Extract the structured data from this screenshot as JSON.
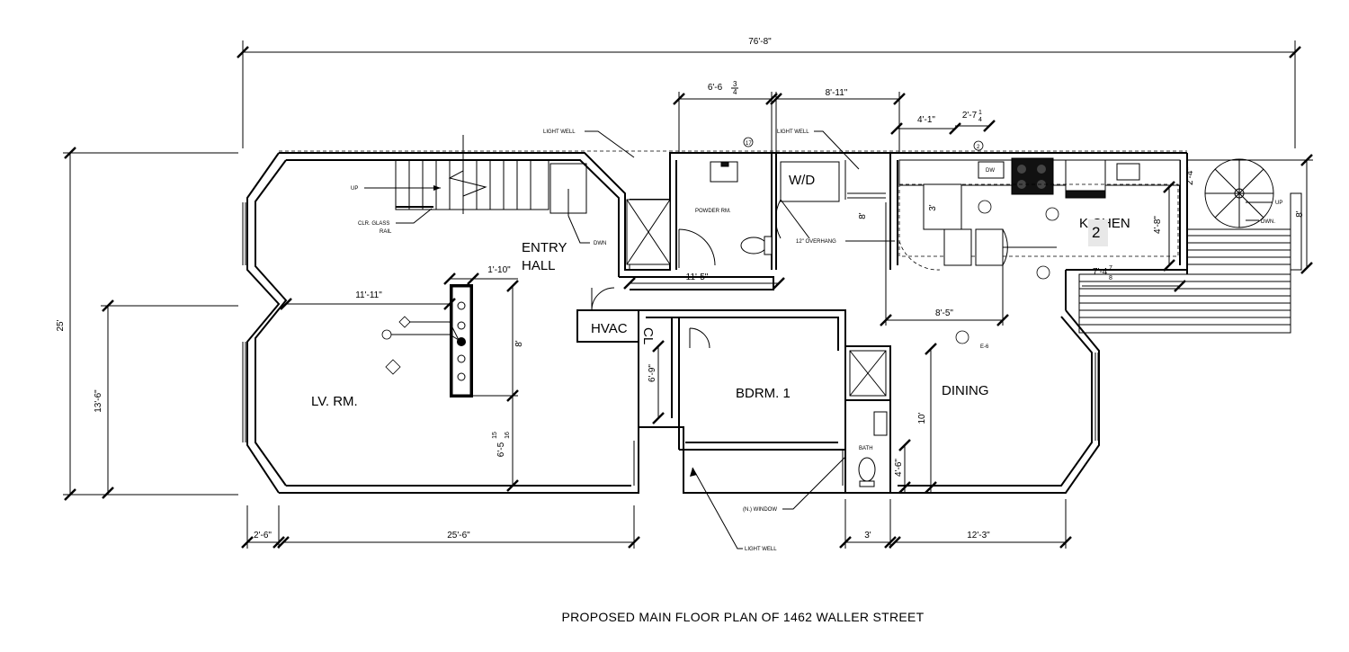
{
  "title": "PROPOSED  MAIN  FLOOR PLAN OF 1462 WALLER STREET",
  "rooms": {
    "entry_hall_1": "ENTRY",
    "entry_hall_2": "HALL",
    "living": "LV. RM.",
    "bedroom": "BDRM. 1",
    "dining": "DINING",
    "kitchen": "K   CHEN",
    "hvac": "HVAC",
    "closet": "CL",
    "washer_dryer": "W/D",
    "bath": "BATH",
    "powder": "POWDER RM."
  },
  "dimensions": {
    "overall_length": "76'-8\"",
    "overall_width": "25'",
    "bay_depth": "13'-6\"",
    "top_powder": "6'-6",
    "top_powder_frac_num": "3",
    "top_powder_frac_den": "4",
    "top_laundry": "8'-11\"",
    "kitchen_a": "4'-1\"",
    "kitchen_b": "2'-7",
    "kitchen_b_num": "1",
    "kitchen_b_den": "4",
    "stair_offset": "2'-4\"",
    "right_height": "8'",
    "fireplace_w": "1'-10\"",
    "living_w": "11'-11\"",
    "fireplace_h": "8'",
    "living_lower": "6'-5",
    "living_lower_num": "15",
    "living_lower_den": "16",
    "hall_w": "11'-5\"",
    "laundry_h": "8'",
    "island_h": "3'",
    "kitchen_w": "8'-5\"",
    "kitchen_h": "4'-8\"",
    "deck_w": "7'-4",
    "deck_num": "7",
    "deck_den": "8",
    "closet_h": "6'-9\"",
    "dining_h": "10'",
    "bath_h": "4'-6\"",
    "bottom_a": "2'-6\"",
    "bottom_b": "25'-6\"",
    "bottom_c": "3'",
    "bottom_d": "12'-3\""
  },
  "notes": {
    "light_well_left": "LIGHT WELL",
    "light_well_right": "LIGHT WELL",
    "light_well_bottom": "LIGHT WELL",
    "up": "UP",
    "clr_glass_rail_1": "CLR. GLASS",
    "clr_glass_rail_2": "RAIL",
    "dwn": "DWN",
    "overhang": "12\"  OVERHANG",
    "new_window": "(N.) WINDOW",
    "spiral_up": "UP",
    "spiral_dwn": "DWN.",
    "dw": "DW",
    "tag_2": "2",
    "tag_17": "17",
    "e6": "E-6"
  },
  "colors": {
    "ink": "#000000",
    "paper": "#ffffff"
  }
}
